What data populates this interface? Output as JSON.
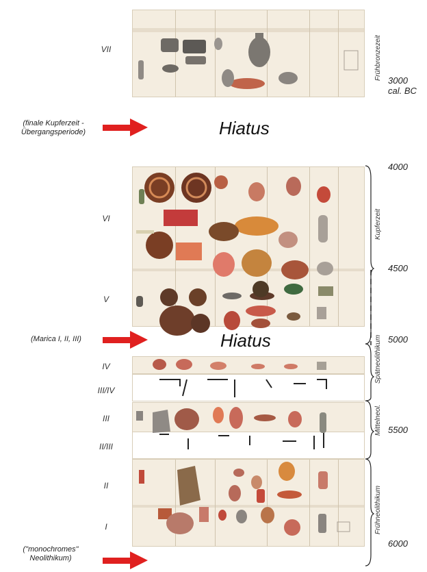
{
  "phases": {
    "vii": "VII",
    "vi": "VI",
    "v": "V",
    "iv": "IV",
    "iii_iv": "III/IV",
    "iii": "III",
    "ii_iii": "II/III",
    "ii": "II",
    "i": "I"
  },
  "dates": {
    "d3000": "3000",
    "cal_bc": "cal. BC",
    "d4000": "4000",
    "d4500": "4500",
    "d5000": "5000",
    "d5500": "5500",
    "d6000": "6000"
  },
  "hiatus": {
    "upper": "Hiatus",
    "lower": "Hiatus"
  },
  "notes": {
    "top": "(finale Kupferzeit -\nÜbergangsperiode)",
    "middle": "(Marica I, II, III)",
    "bottom": "(\"monochromes\"\nNeolithikum)"
  },
  "periods": {
    "fruehbronzezeit": "Frühbronzezeit",
    "kupferzeit": "Kupferzeit",
    "spaetneolithikum": "Spätneolithikum",
    "mittelneol": "Mittelneol.",
    "fruehneolithikum": "Frühneolithikum"
  },
  "colors": {
    "arrow": "#e0201f",
    "panel": "#f4ede0",
    "pottery_red": "#c0644a",
    "pottery_grey": "#8a8580"
  }
}
